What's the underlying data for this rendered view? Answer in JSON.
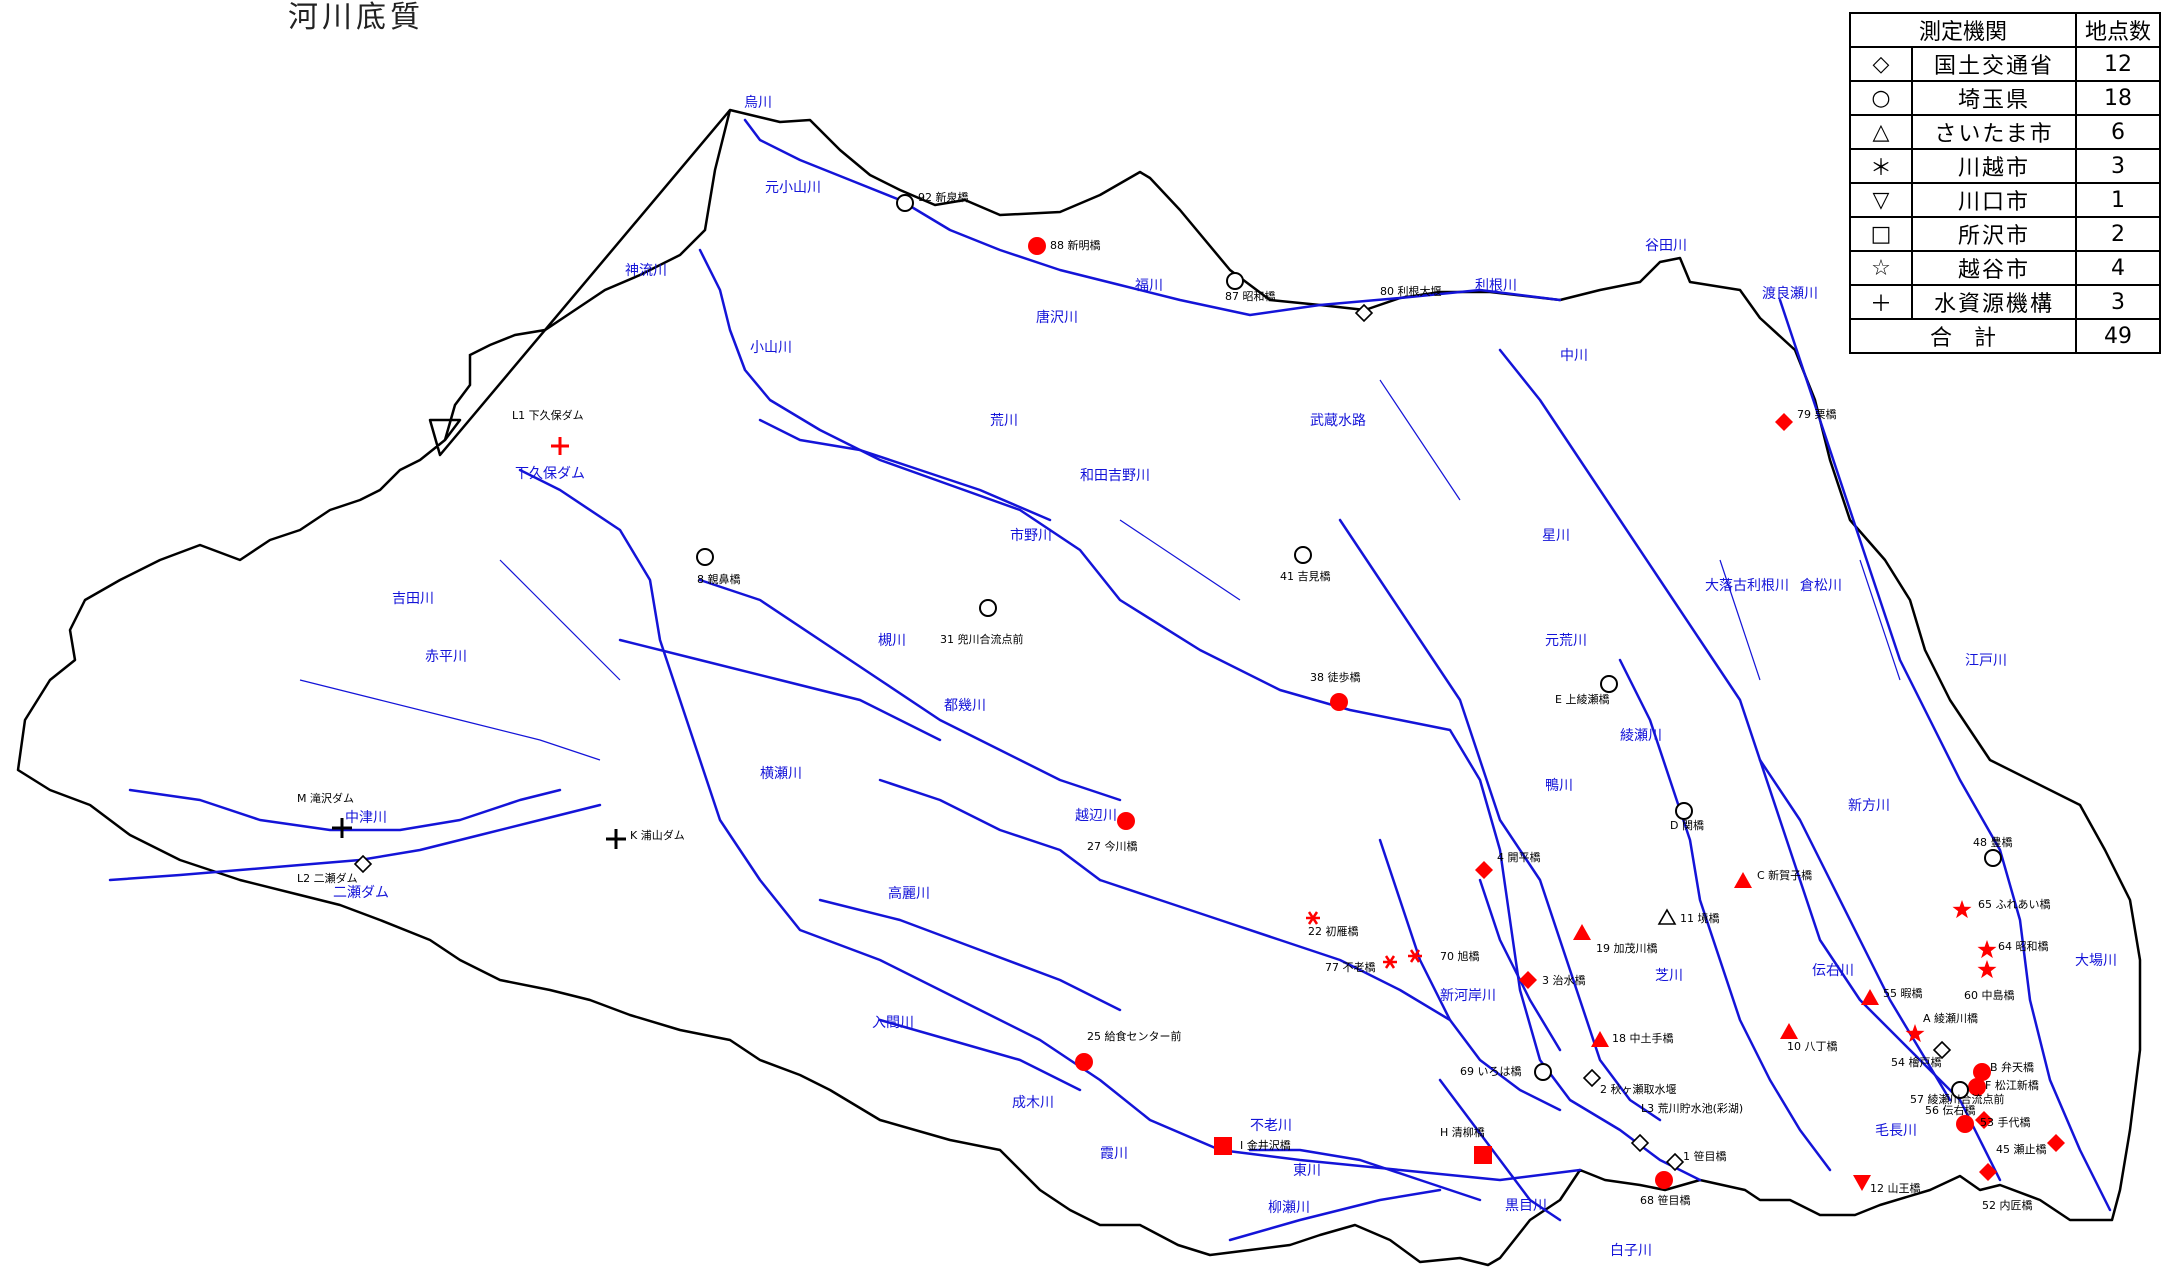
{
  "title": "河川底質",
  "legend": {
    "headers": {
      "agency": "測定機関",
      "count": "地点数"
    },
    "rows": [
      {
        "symbol": "◇",
        "agency": "国土交通省",
        "count": "12"
      },
      {
        "symbol": "○",
        "agency": "埼玉県",
        "count": "18"
      },
      {
        "symbol": "△",
        "agency": "さいたま市",
        "count": "6"
      },
      {
        "symbol": "＊",
        "agency": "川越市",
        "count": "3"
      },
      {
        "symbol": "▽",
        "agency": "川口市",
        "count": "1"
      },
      {
        "symbol": "□",
        "agency": "所沢市",
        "count": "2"
      },
      {
        "symbol": "☆",
        "agency": "越谷市",
        "count": "4"
      },
      {
        "symbol": "＋",
        "agency": "水資源機構",
        "count": "3"
      }
    ],
    "total": {
      "label": "合　計",
      "count": "49"
    }
  },
  "colors": {
    "river": "#1414d8",
    "boundary": "#000000",
    "highlight": "#ff0000"
  },
  "river_labels": [
    "烏川",
    "元小山川",
    "神流川",
    "福川",
    "唐沢川",
    "小山川",
    "谷田川",
    "利根川",
    "渡良瀬川",
    "中川",
    "下久保ダム",
    "荒川",
    "和田吉野川",
    "武蔵水路",
    "市野川",
    "吉田川",
    "赤平川",
    "槻川",
    "都幾川",
    "星川",
    "大落古利根川",
    "倉松川",
    "元荒川",
    "江戸川",
    "綾瀬川",
    "鴨川",
    "越辺川",
    "横瀬川",
    "中津川",
    "二瀬ダム",
    "高麗川",
    "新方川",
    "入間川",
    "不老川",
    "新河岸川",
    "芝川",
    "伝右川",
    "大場川",
    "毛長川",
    "成木川",
    "霞川",
    "東川",
    "柳瀬川",
    "黒目川",
    "白子川"
  ],
  "stations": [
    {
      "label": "92 新泉橋",
      "marker": "circle-open"
    },
    {
      "label": "88 新明橋",
      "marker": "circle-filled"
    },
    {
      "label": "87 昭和橋",
      "marker": "circle-open"
    },
    {
      "label": "80 利根大堰",
      "marker": "diamond-open"
    },
    {
      "label": "79 栗橋",
      "marker": "diamond-filled"
    },
    {
      "label": "L1 下久保ダム",
      "marker": "plus-red"
    },
    {
      "label": "8 親鼻橋",
      "marker": "circle-open"
    },
    {
      "label": "41 吉見橋",
      "marker": "circle-open"
    },
    {
      "label": "31 兜川合流点前",
      "marker": "circle-open"
    },
    {
      "label": "38 徒歩橋",
      "marker": "circle-filled"
    },
    {
      "label": "E 上綾瀬橋",
      "marker": "circle-open"
    },
    {
      "label": "M 滝沢ダム",
      "marker": "plus-black"
    },
    {
      "label": "L2 二瀬ダム",
      "marker": "diamond-open"
    },
    {
      "label": "K 浦山ダム",
      "marker": "plus-black"
    },
    {
      "label": "27 今川橋",
      "marker": "circle-filled"
    },
    {
      "label": "D 関橋",
      "marker": "circle-open"
    },
    {
      "label": "48 豊橋",
      "marker": "circle-open"
    },
    {
      "label": "4 開平橋",
      "marker": "diamond-filled"
    },
    {
      "label": "C 新賀子橋",
      "marker": "triangle-filled"
    },
    {
      "label": "65 ふれあい橋",
      "marker": "star-filled"
    },
    {
      "label": "22 初雁橋",
      "marker": "asterisk-red"
    },
    {
      "label": "11 境橋",
      "marker": "triangle-open"
    },
    {
      "label": "19 加茂川橋",
      "marker": "triangle-filled"
    },
    {
      "label": "64 昭和橋",
      "marker": "star-filled"
    },
    {
      "label": "70 旭橋",
      "marker": "asterisk-red"
    },
    {
      "label": "77 不老橋",
      "marker": "asterisk-red"
    },
    {
      "label": "3 治水橋",
      "marker": "diamond-filled"
    },
    {
      "label": "55 暇橋",
      "marker": "triangle-filled"
    },
    {
      "label": "60 中島橋",
      "marker": "star-filled"
    },
    {
      "label": "A 綾瀬川橋",
      "marker": "star-filled"
    },
    {
      "label": "18 中土手橋",
      "marker": "triangle-filled"
    },
    {
      "label": "10 八丁橋",
      "marker": "triangle-filled"
    },
    {
      "label": "54 檜戸橋",
      "marker": "diamond-open"
    },
    {
      "label": "25 給食センター前",
      "marker": "circle-filled"
    },
    {
      "label": "69 いろは橋",
      "marker": "circle-open"
    },
    {
      "label": "B 弁天橋",
      "marker": "circle-filled"
    },
    {
      "label": "F 松江新橋",
      "marker": "circle-filled"
    },
    {
      "label": "2 秋ヶ瀬取水堰",
      "marker": "diamond-open"
    },
    {
      "label": "57 綾瀬川合流点前",
      "marker": "circle-open"
    },
    {
      "label": "56 伝右橋",
      "marker": "diamond-filled"
    },
    {
      "label": "53 手代橋",
      "marker": "circle-filled"
    },
    {
      "label": "L3 荒川貯水池(彩湖)",
      "marker": "diamond-open"
    },
    {
      "label": "I 金井沢橋",
      "marker": "square-filled"
    },
    {
      "label": "H 清柳橋",
      "marker": "square-filled"
    },
    {
      "label": "45 瀬止橋",
      "marker": "diamond-filled"
    },
    {
      "label": "1 笹目橋",
      "marker": "diamond-open"
    },
    {
      "label": "12 山王橋",
      "marker": "down-triangle-filled"
    },
    {
      "label": "68 笹目橋",
      "marker": "circle-filled"
    },
    {
      "label": "52 内匠橋",
      "marker": "diamond-filled"
    }
  ]
}
